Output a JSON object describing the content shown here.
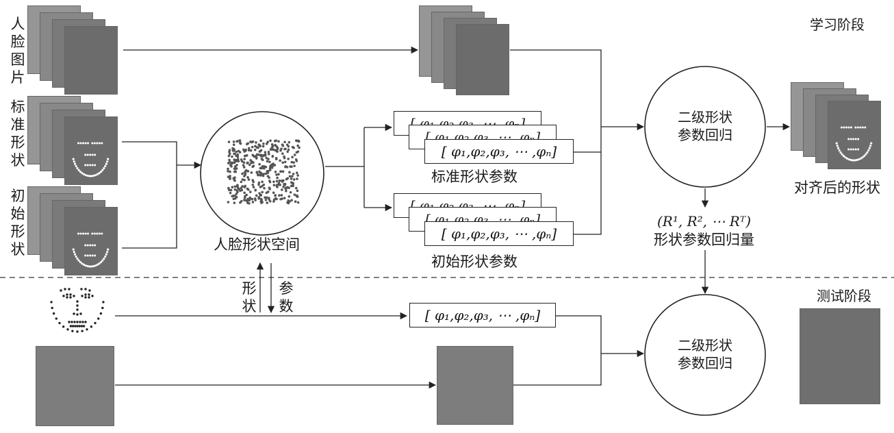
{
  "stages": {
    "learning": "学习阶段",
    "testing": "测试阶段"
  },
  "left_labels": {
    "face_images": [
      "人",
      "脸",
      "图",
      "片"
    ],
    "standard_shape": [
      "标",
      "准",
      "形",
      "状"
    ],
    "initial_shape": [
      "初",
      "始",
      "形",
      "状"
    ]
  },
  "face_shape_space": "人脸形状空间",
  "standard_params": "标准形状参数",
  "initial_params": "初始形状参数",
  "phi_vector": "[ φ₁,φ₂,φ₃, ⋯ ,φₙ]",
  "regression_top": [
    "二级形状",
    "参数回归"
  ],
  "regression_bottom": [
    "二级形状",
    "参数回归"
  ],
  "aligned_shape": "对齐后的形状",
  "regression_amount": {
    "formula": "(R¹, R², ⋯ Rᵀ)",
    "label": "形状参数回归量"
  },
  "arrow_labels": {
    "shape": [
      "形",
      "状"
    ],
    "param": [
      "参",
      "数"
    ]
  },
  "colors": {
    "line": "#222222",
    "photo": "#8a8a8a",
    "cloud": "#555555"
  }
}
